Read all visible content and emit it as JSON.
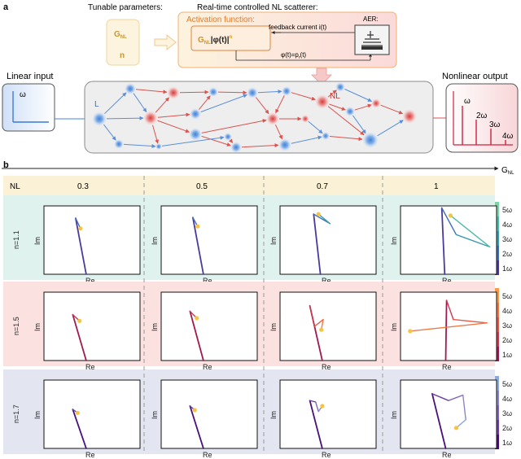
{
  "panel_a": {
    "label": "a",
    "tunable_title": "Tunable parameters:",
    "gnl_main": "G",
    "gnl_sub": "NL",
    "n_label": "n",
    "scatterer_title": "Real-time controlled NL scatterer:",
    "activation_title": "Activation function:",
    "activation_expr_g": "G",
    "activation_expr_sub": "NL",
    "activation_expr_rest": "|φ(t)|",
    "activation_expr_sup": "n",
    "feedback_label": "feedback current i(t)",
    "phi_label": "φ(t)=p",
    "phi_sub": "r",
    "phi_tail": "(t)",
    "aer_label": "AER:",
    "linear_title": "Linear input",
    "linear_omega": "ω",
    "node_L": "L",
    "node_NL": "NL",
    "nonlinear_title": "Nonlinear output",
    "harmonics": [
      "ω",
      "2ω",
      "3ω",
      "4ω"
    ],
    "colors": {
      "blue_node": "#4a86d8",
      "red_node": "#e05050",
      "accent_orange": "#f0a050",
      "output_red": "#d02040"
    }
  },
  "panel_b": {
    "label": "b",
    "axis_label": "G",
    "axis_sub": "NL",
    "corner_label": "NL",
    "columns": [
      "0.3",
      "0.5",
      "0.7",
      "1"
    ],
    "rows": [
      {
        "label": "n=1.1",
        "bg": "#dff2ee",
        "legend": [
          "5ω",
          "4ω",
          "3ω",
          "2ω",
          "1ω"
        ],
        "legend_colors": [
          "#7fd3a6",
          "#4fbba8",
          "#3a9bb0",
          "#3e6fb5",
          "#4b3a9e"
        ]
      },
      {
        "label": "n=1.5",
        "bg": "#fbe1e0",
        "legend": [
          "5ω",
          "4ω",
          "3ω",
          "2ω",
          "1ω"
        ],
        "legend_colors": [
          "#f59a4a",
          "#f07a45",
          "#e25a48",
          "#c93b4e",
          "#a01a50"
        ]
      },
      {
        "label": "n=1.7",
        "bg": "#e3e6f1",
        "legend": [
          "5ω",
          "4ω",
          "3ω",
          "2ω",
          "1ω"
        ],
        "legend_colors": [
          "#8faad8",
          "#8a86c8",
          "#8066b6",
          "#6e40a0",
          "#4a1078"
        ]
      }
    ],
    "re_label": "Re",
    "im_label": "Im"
  }
}
